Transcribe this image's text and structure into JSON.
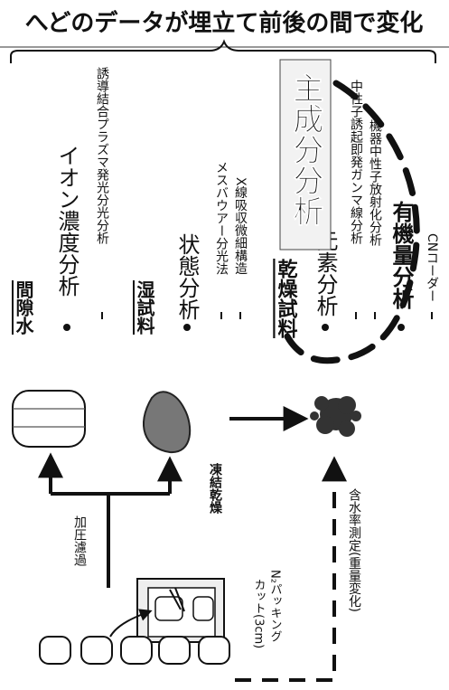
{
  "header": {
    "title": "へどのデータが埋立て前後の間で変化"
  },
  "pore_water": {
    "heading": "間隙水",
    "item_main": "イオン濃度分析",
    "item_sub": "誘導結合プラズマ発光分光分析"
  },
  "wet_sample": {
    "heading": "湿試料",
    "item_main": "状態分析",
    "sub_items": [
      "メスバウアー分光法",
      "X線吸収微細構造"
    ]
  },
  "dry_sample": {
    "heading": "乾燥試料",
    "elemental": "元素分析",
    "elemental_sub": [
      "中性子誘起即発ガンマ線分析",
      "機器中性子放射化分析"
    ],
    "organic": "有機量分析",
    "organic_sub": "CNコーダー"
  },
  "callout": {
    "label": "主成分分析"
  },
  "process": {
    "pressure_filtration": "加圧濾過",
    "freeze_dry": "凍結乾燥",
    "moisture": "含水率測定(重量変化)",
    "cut": "カット(3cm)",
    "packing": "N₂パッキング"
  },
  "colors": {
    "ink": "#111111",
    "sample_gray": "#333333",
    "callout_bg": "#f2f2f2"
  }
}
